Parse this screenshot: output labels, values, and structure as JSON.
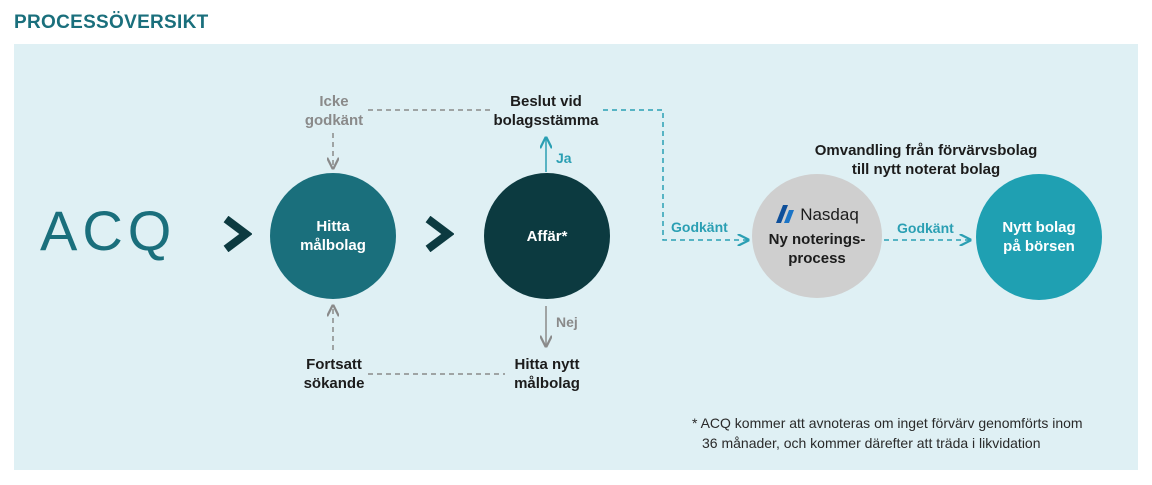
{
  "heading": "PROCESSÖVERSIKT",
  "logo": {
    "text": "ACQ",
    "color": "#1a6f7c"
  },
  "nodes": {
    "hitta_malbolag": [
      "Hitta",
      "målbolag"
    ],
    "affar": "Affär*",
    "nasdaq_brand": "Nasdaq",
    "ny_notering": [
      "Ny noterings-",
      "process"
    ],
    "nytt_bolag": [
      "Nytt bolag",
      "på börsen"
    ]
  },
  "labels": {
    "icke_godkant": [
      "Icke",
      "godkänt"
    ],
    "beslut": [
      "Beslut vid",
      "bolagsstämma"
    ],
    "ja": "Ja",
    "nej": "Nej",
    "fortsatt": [
      "Fortsatt",
      "sökande"
    ],
    "hitta_nytt": [
      "Hitta nytt",
      "målbolag"
    ],
    "godkant_1": "Godkänt",
    "godkant_2": "Godkänt",
    "omvandling": [
      "Omvandling från förvärvsbolag",
      "till nytt noterat bolag"
    ]
  },
  "footnote": [
    "* ACQ kommer att avnoteras om inget förvärv genomförts inom",
    "36 månader, och kommer därefter att träda i likvidation"
  ],
  "colors": {
    "dark_teal": "#1a6f7c",
    "darkest": "#0c3a40",
    "bright_teal": "#1fa0b2",
    "gray_circle": "#cfcfcf",
    "panel": "#dff0f4",
    "gray_line": "#8a8a8a",
    "teal_line": "#2a9fb3"
  },
  "icons": [
    "chevron-right-icon",
    "nasdaq-logo-icon"
  ]
}
